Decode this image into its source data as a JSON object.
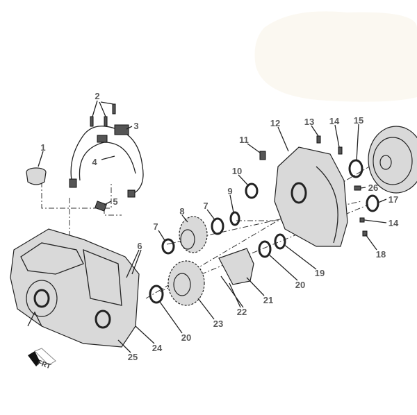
{
  "diagram": {
    "callouts": [
      {
        "id": "c1",
        "text": "1"
      },
      {
        "id": "c2",
        "text": "2"
      },
      {
        "id": "c3",
        "text": "3"
      },
      {
        "id": "c4",
        "text": "4"
      },
      {
        "id": "c5",
        "text": "5"
      },
      {
        "id": "c6",
        "text": "6"
      },
      {
        "id": "c7a",
        "text": "7"
      },
      {
        "id": "c7b",
        "text": "7"
      },
      {
        "id": "c8",
        "text": "8"
      },
      {
        "id": "c9",
        "text": "9"
      },
      {
        "id": "c10",
        "text": "10"
      },
      {
        "id": "c11",
        "text": "11"
      },
      {
        "id": "c12",
        "text": "12"
      },
      {
        "id": "c13",
        "text": "13"
      },
      {
        "id": "c14a",
        "text": "14"
      },
      {
        "id": "c15",
        "text": "15"
      },
      {
        "id": "c26",
        "text": "26"
      },
      {
        "id": "c17",
        "text": "17"
      },
      {
        "id": "c14b",
        "text": "14"
      },
      {
        "id": "c18",
        "text": "18"
      },
      {
        "id": "c19",
        "text": "19"
      },
      {
        "id": "c20a",
        "text": "20"
      },
      {
        "id": "c21",
        "text": "21"
      },
      {
        "id": "c22",
        "text": "22"
      },
      {
        "id": "c23",
        "text": "23"
      },
      {
        "id": "c20b",
        "text": "20"
      },
      {
        "id": "c24",
        "text": "24"
      },
      {
        "id": "c25",
        "text": "25"
      }
    ],
    "front_indicator": "FRT"
  },
  "colors": {
    "line": "#222222",
    "label": "#5a5a5a",
    "blob": "#fbf8f1"
  }
}
